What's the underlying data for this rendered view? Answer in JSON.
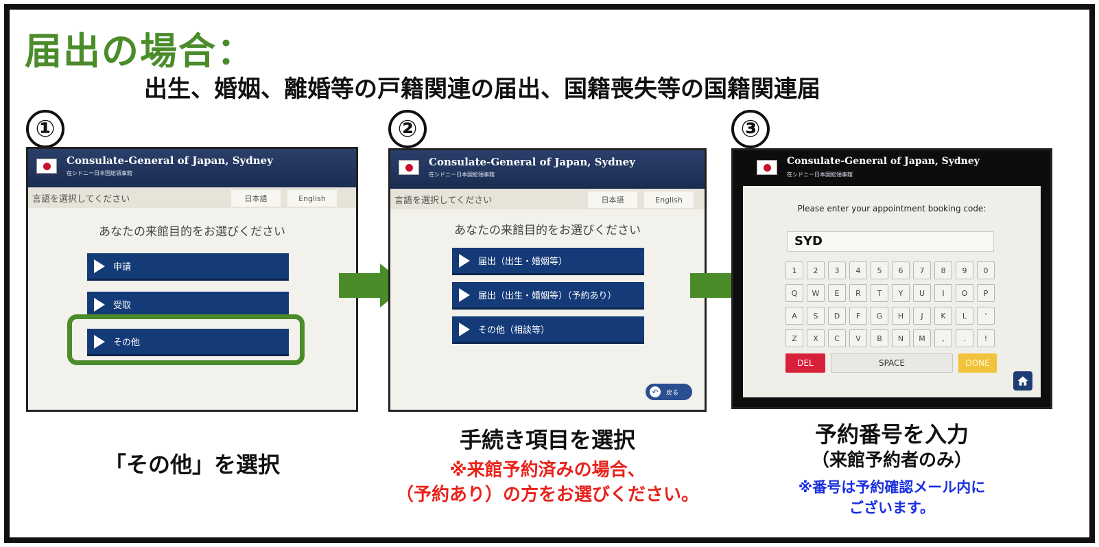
{
  "title": "届出の場合：",
  "subtitle": "出生、婚姻、離婚等の戸籍関連の届出、国籍喪失等の国籍関連届",
  "steps": [
    {
      "number": "①",
      "caption": "「その他」を選択",
      "screen": {
        "header_title": "Consulate-General of Japan, Sydney",
        "header_sub": "在シドニー日本国総領事館",
        "lang_prompt": "言語を選択してください",
        "lang_ja": "日本語",
        "lang_en": "English",
        "purpose": "あなたの来館目的をお選びください",
        "options": [
          "申請",
          "受取",
          "その他"
        ]
      }
    },
    {
      "number": "②",
      "caption": "手続き項目を選択",
      "note_line1": "※来館予約済みの場合、",
      "note_line2": "（予約あり）の方をお選びください。",
      "screen": {
        "header_title": "Consulate-General of Japan, Sydney",
        "header_sub": "在シドニー日本国総領事館",
        "lang_prompt": "言語を選択してください",
        "lang_ja": "日本語",
        "lang_en": "English",
        "purpose": "あなたの来館目的をお選びください",
        "options": [
          "届出（出生・婚姻等）",
          "届出（出生・婚姻等）（予約あり）",
          "その他（相談等）"
        ],
        "back_label": "戻る"
      }
    },
    {
      "number": "③",
      "caption": "予約番号を入力",
      "caption2": "（来館予約者のみ）",
      "note_line1": "※番号は予約確認メール内に",
      "note_line2": "ございます。",
      "screen": {
        "header_title": "Consulate-General of Japan, Sydney",
        "header_sub": "在シドニー日本国総領事館",
        "prompt": "Please enter your appointment booking code:",
        "code_value": "SYD",
        "rows": [
          [
            "1",
            "2",
            "3",
            "4",
            "5",
            "6",
            "7",
            "8",
            "9",
            "0"
          ],
          [
            "Q",
            "W",
            "E",
            "R",
            "T",
            "Y",
            "U",
            "I",
            "O",
            "P"
          ],
          [
            "A",
            "S",
            "D",
            "F",
            "G",
            "H",
            "J",
            "K",
            "L",
            "'"
          ],
          [
            "Z",
            "X",
            "C",
            "V",
            "B",
            "N",
            "M",
            ",",
            ".",
            "!"
          ]
        ],
        "del_label": "DEL",
        "space_label": "SPACE",
        "done_label": "DONE"
      }
    }
  ],
  "colors": {
    "green": "#4a8c2a",
    "red_note": "#e8231c",
    "blue_note": "#1a2fe0",
    "menu_blue": "#143a78",
    "del_red": "#d8203a",
    "done_yellow": "#f2c23a"
  }
}
